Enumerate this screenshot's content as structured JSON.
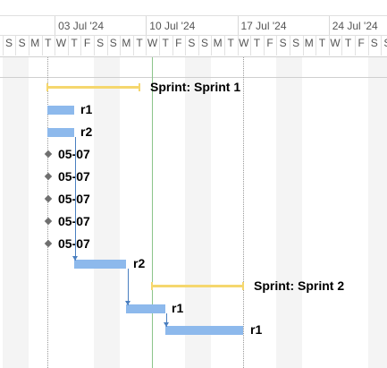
{
  "timeline": {
    "weeks": [
      "03 Jul '24",
      "10 Jul '24",
      "17 Jul '24",
      "24 Jul '24"
    ],
    "days": [
      "S",
      "S",
      "M",
      "T",
      "W",
      "T",
      "F",
      "S",
      "S",
      "M",
      "T",
      "W",
      "T",
      "F",
      "S",
      "S",
      "M",
      "T",
      "W",
      "T",
      "F",
      "S",
      "S",
      "M",
      "T",
      "W",
      "T",
      "F",
      "S",
      "S"
    ]
  },
  "sprints": [
    {
      "label": "Sprint: Sprint 1"
    },
    {
      "label": "Sprint: Sprint 2"
    }
  ],
  "tasks": [
    {
      "label": "r1"
    },
    {
      "label": "r2"
    },
    {
      "label": "r2"
    },
    {
      "label": "r1"
    },
    {
      "label": "r1"
    }
  ],
  "milestones": [
    {
      "label": "05-07"
    },
    {
      "label": "05-07"
    },
    {
      "label": "05-07"
    },
    {
      "label": "05-07"
    },
    {
      "label": "05-07"
    }
  ],
  "colors": {
    "sprint_bar": "#f5d76e",
    "task_bar": "#8db9ec",
    "link": "#4a7fc0",
    "today_line": "#8bc48a",
    "grid_dotted": "#9a9a9a"
  }
}
